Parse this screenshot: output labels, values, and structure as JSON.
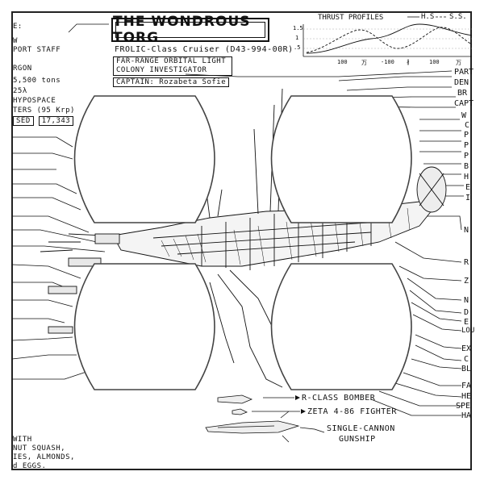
{
  "title": "THE WONDROUS TORG",
  "subtitle": "FROLIC-Class Cruiser (D43-994-00R)",
  "role": [
    "FAR-RANGE ORBITAL LIGHT",
    "COLONY INVESTIGATOR"
  ],
  "captain": "CAPTAIN: Rozabeta Sofie",
  "left_spec": [
    "E:",
    "W",
    "PORT STAFF",
    "RGON",
    "5,500 tons",
    "25λ",
    "HYPOSPACE",
    "TERS (95 Krp)"
  ],
  "left_spec_boxed": [
    "SED",
    "17,343"
  ],
  "bottom_note": [
    "WITH",
    "NUT SQUASH,",
    "IES, ALMONDS,",
    "d EGGS."
  ],
  "graph": {
    "title": "THRUST PROFILES",
    "legend": [
      "H.S",
      "S.S."
    ],
    "yticks": [
      "1.5",
      "1",
      ".5"
    ],
    "xticks": [
      "100",
      "万",
      "-100",
      "∦",
      "100",
      "万"
    ]
  },
  "right_labels": [
    "PART",
    "DEN",
    "BR",
    "CAPT",
    "W",
    "C",
    "P",
    "P",
    "P",
    "B",
    "H",
    "E",
    "I",
    "N",
    "R",
    "Z",
    "N",
    "D",
    "E",
    "LOU",
    "EX",
    "C",
    "BL",
    "FA",
    "HE",
    "SPE",
    "HA"
  ],
  "craft_labels": [
    "R-CLASS BOMBER",
    "ZETA 4-86 FIGHTER",
    "SINGLE-CANNON",
    "GUNSHIP"
  ],
  "colors": {
    "ink": "#111111",
    "paper": "#ffffff",
    "frame": "#222222",
    "blank": "#ffffff"
  }
}
